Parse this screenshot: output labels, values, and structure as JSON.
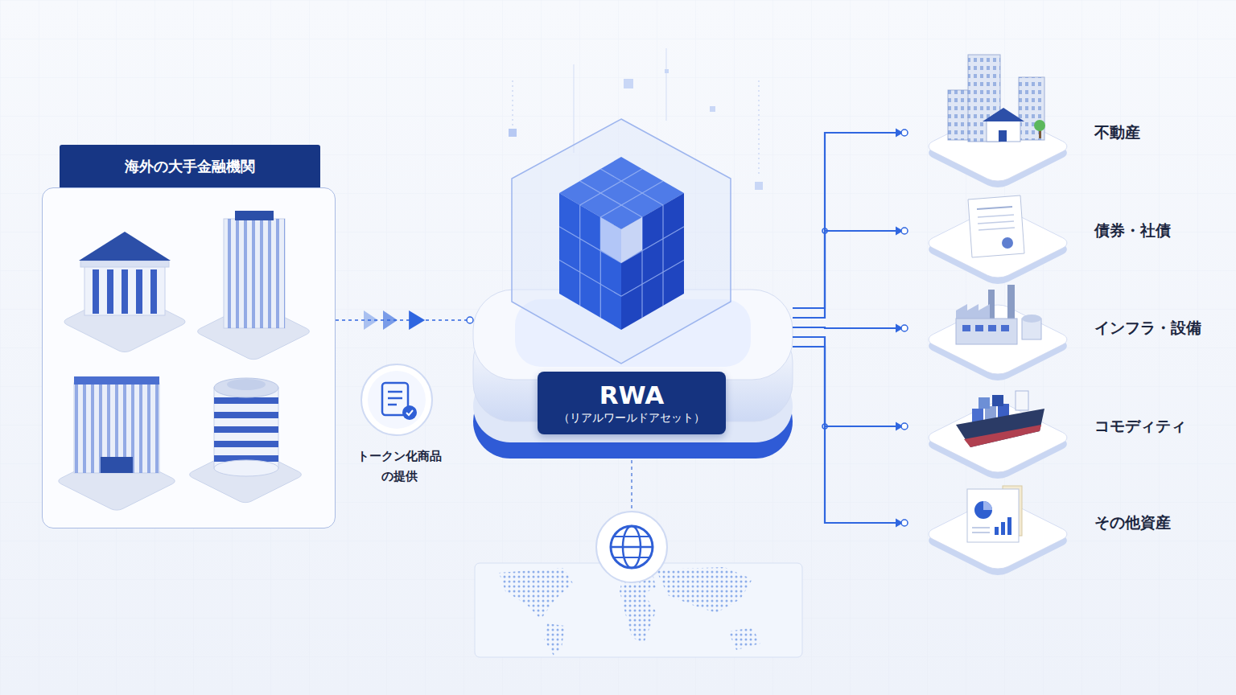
{
  "diagram": {
    "nodes": [
      {
        "text": [
          "海外の大手金融機関"
        ]
      },
      {
        "text": [
          "RWA",
          "（リアルワールドアセット）"
        ]
      },
      {
        "text": [
          "不動産"
        ]
      },
      {
        "text": [
          "債券・社債"
        ]
      },
      {
        "text": [
          "インフラ・設備"
        ]
      },
      {
        "text": [
          "コモディティ"
        ]
      },
      {
        "text": [
          "その他資産"
        ]
      }
    ],
    "edges": [
      {
        "from": 0,
        "to": 1,
        "label": "トークン化商品 の提供",
        "arrow": "to"
      },
      {
        "from": 1,
        "to": 2,
        "arrow": "to"
      },
      {
        "from": 1,
        "to": 3,
        "arrow": "to"
      },
      {
        "from": 1,
        "to": 4,
        "arrow": "to"
      },
      {
        "from": 1,
        "to": 5,
        "arrow": "to"
      },
      {
        "from": 1,
        "to": 6,
        "arrow": "to"
      }
    ]
  }
}
